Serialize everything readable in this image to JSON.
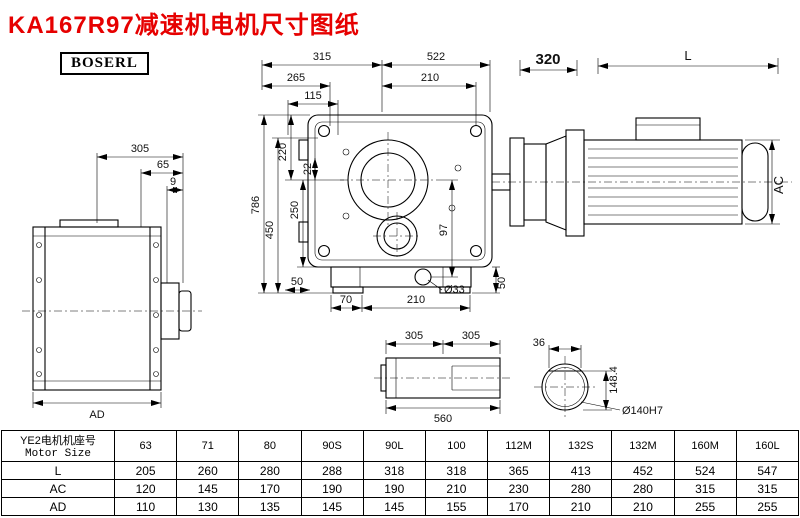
{
  "title": "KA167R97减速机电机尺寸图纸",
  "logo": "BOSERL",
  "colors": {
    "title_red": "#e60000"
  },
  "views": {
    "side": {
      "d305": "305",
      "d65": "65",
      "d9": "9",
      "dAD": "AD"
    },
    "front": {
      "d315": "315",
      "d522": "522",
      "d265": "265",
      "d210t": "210",
      "d115": "115",
      "d22": "22",
      "d220": "220",
      "d250": "250",
      "d450": "450",
      "d786": "786",
      "d97": "97",
      "d50l": "50",
      "d70": "70",
      "d210b": "210",
      "d33": "Ø33",
      "d50r": "50"
    },
    "motor": {
      "d320": "320",
      "dL": "L",
      "dAC": "AC"
    },
    "shaft": {
      "d305a": "305",
      "d305b": "305",
      "d560": "560"
    },
    "shaft_end": {
      "d36": "36",
      "d1484": "148.4",
      "d140": "Ø140H7"
    }
  },
  "table": {
    "header_cn": "YE2电机机座号",
    "header_en": "Motor Size",
    "sizes": [
      "63",
      "71",
      "80",
      "90S",
      "90L",
      "100",
      "112M",
      "132S",
      "132M",
      "160M",
      "160L"
    ],
    "rows": [
      {
        "label": "L",
        "values": [
          "205",
          "260",
          "280",
          "288",
          "318",
          "318",
          "365",
          "413",
          "452",
          "524",
          "547"
        ]
      },
      {
        "label": "AC",
        "values": [
          "120",
          "145",
          "170",
          "190",
          "190",
          "210",
          "230",
          "280",
          "280",
          "315",
          "315"
        ]
      },
      {
        "label": "AD",
        "values": [
          "110",
          "130",
          "135",
          "145",
          "145",
          "155",
          "170",
          "210",
          "210",
          "255",
          "255"
        ]
      }
    ]
  }
}
